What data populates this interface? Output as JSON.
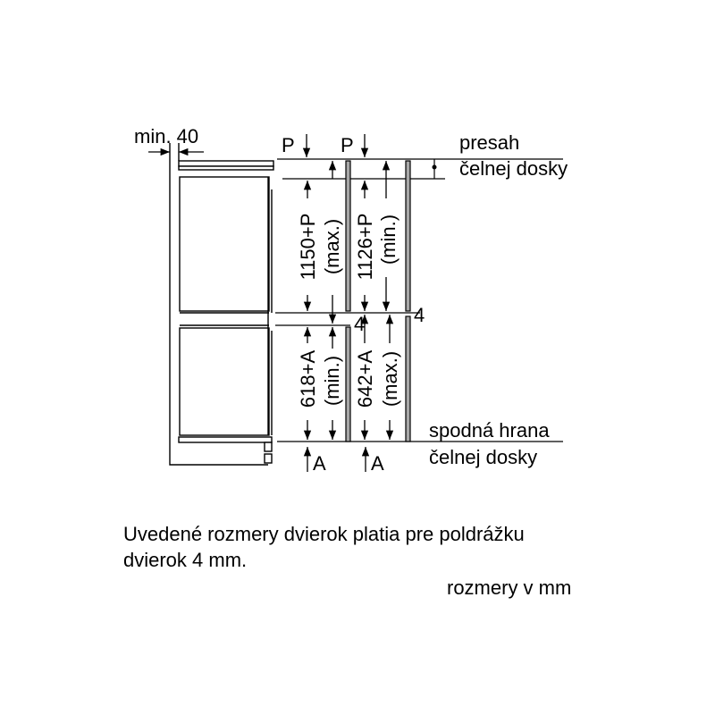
{
  "diagram": {
    "min_gap_label": "min. 40",
    "top_ref_left": "P",
    "top_ref_right": "P",
    "top_overlap_line1": "presah",
    "top_overlap_line2": "čelnej dosky",
    "upper_left_dim": "1150+P",
    "upper_left_qual": "(max.)",
    "upper_right_dim": "1126+P",
    "upper_right_qual": "(min.)",
    "gap_left": "4",
    "gap_right": "4",
    "lower_left_dim": "618+A",
    "lower_left_qual": "(min.)",
    "lower_right_dim": "642+A",
    "lower_right_qual": "(max.)",
    "bottom_ref_left": "A",
    "bottom_ref_right": "A",
    "bottom_edge_line1": "spodná hrana",
    "bottom_edge_line2": "čelnej dosky"
  },
  "notes": {
    "main": "Uvedené rozmery dvierok platia pre poldrážku dvierok 4 mm.",
    "units": "rozmery v mm"
  }
}
